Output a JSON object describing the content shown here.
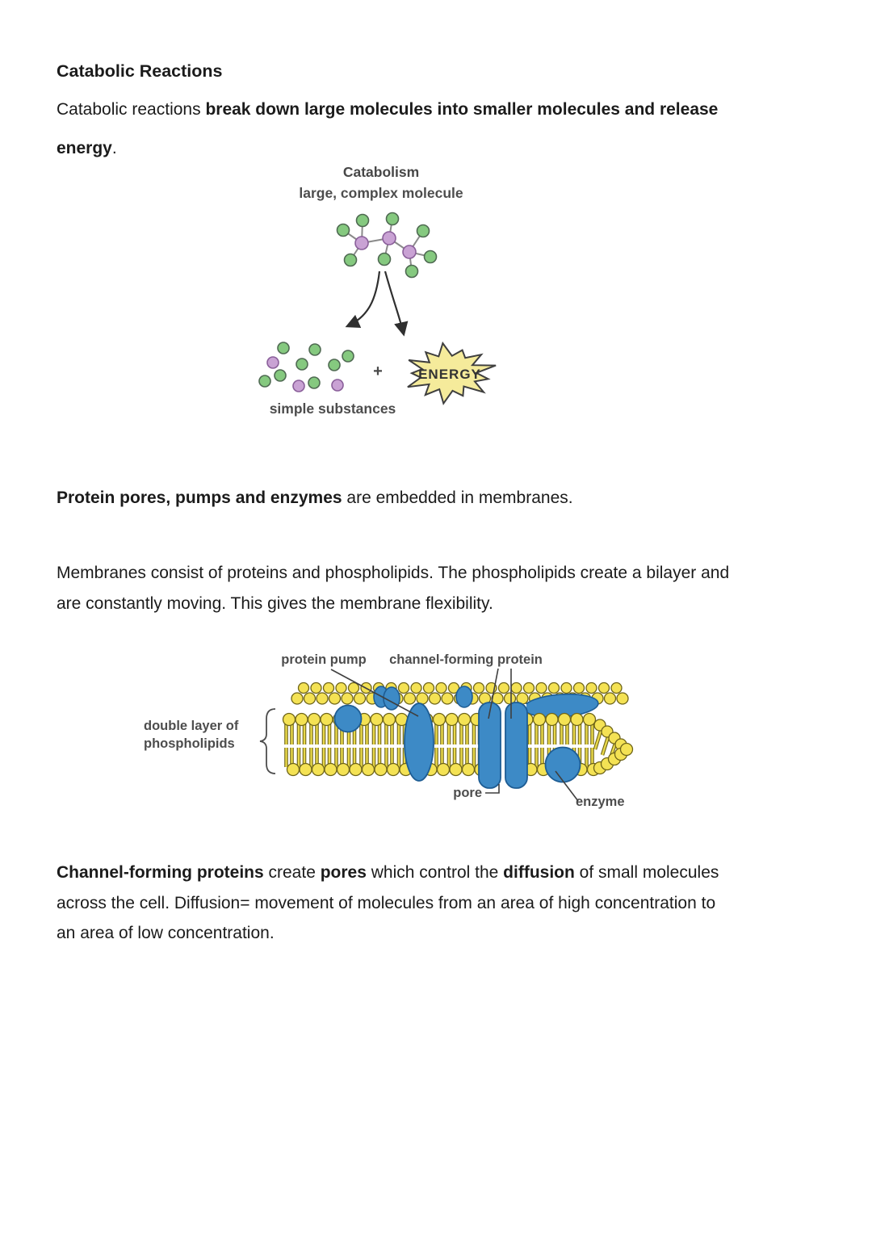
{
  "document": {
    "heading": "Catabolic Reactions",
    "para_catabolic": {
      "line1_normal": "Catabolic reactions ",
      "line1_bold": "break down large molecules into smaller molecules and release",
      "line2_bold": "energy",
      "line2_normal": "."
    },
    "para_protein": {
      "bold": "Protein pores, pumps and enzymes",
      "normal": " are embedded in membranes."
    },
    "para_membranes": {
      "line1": "Membranes consist of proteins and phospholipids. The phospholipids create a bilayer and",
      "line2": "are constantly moving. This gives the membrane flexibility."
    },
    "para_channel": {
      "line1_bold1": "Channel-forming proteins",
      "line1_normal1": " create ",
      "line1_bold2": "pores",
      "line1_normal2": " which control the ",
      "line1_bold3": "diffusion",
      "line1_normal3": " of small molecules",
      "line2": "across the cell. Diffusion= movement of molecules from an area of high concentration to",
      "line3": "an area of low concentration."
    }
  },
  "catabolism": {
    "title": "Catabolism",
    "subtitle": "large, complex molecule",
    "plus_sign": "+",
    "energy": "ENERGY",
    "simple_label": "simple substances",
    "colors": {
      "green_node": "#85c97f",
      "purple_node": "#c9a2d4",
      "node_outline": "#4f6a52",
      "burst_fill": "#f5eb9b",
      "burst_outline": "#3f3f3f"
    }
  },
  "membrane": {
    "label_protein_pump": "protein pump",
    "label_channel": "channel-forming protein",
    "label_double_layer_line1": "double layer of",
    "label_double_layer_line2": "phospholipids",
    "label_pore": "pore",
    "label_enzyme": "enzyme",
    "colors": {
      "head_yellow": "#f4e254",
      "tail_yellow": "#e8d84a",
      "yellow_outline": "#6e6418",
      "protein_blue": "#3d8ac6",
      "blue_outline": "#1e5d94"
    }
  }
}
